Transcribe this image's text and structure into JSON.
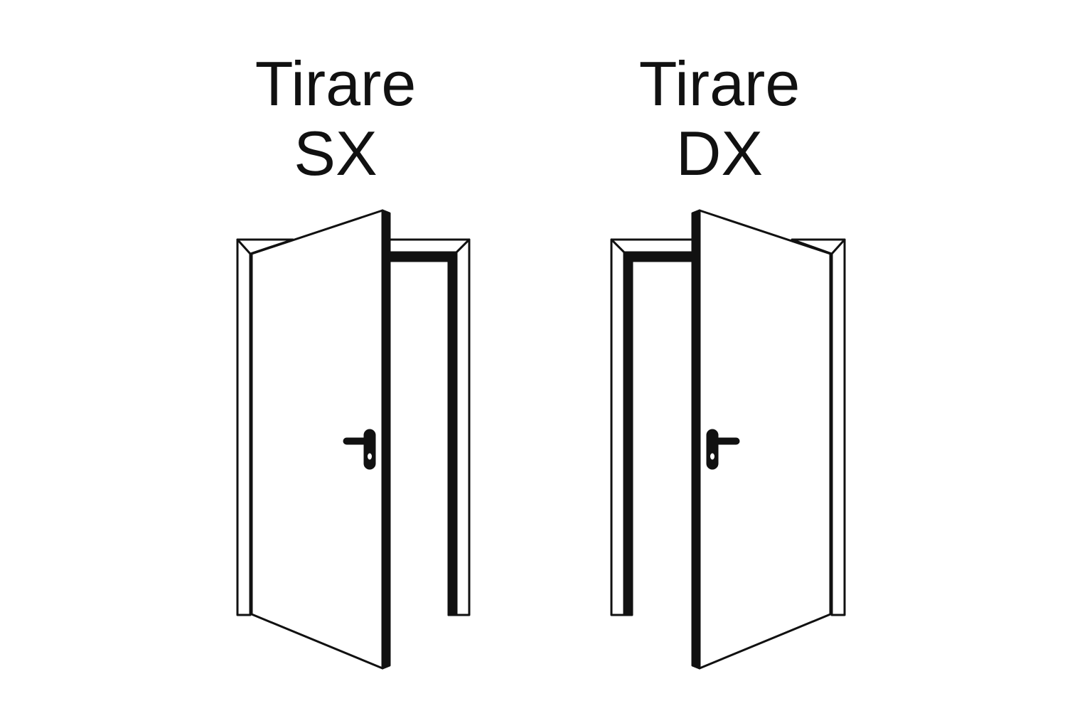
{
  "diagrams": [
    {
      "title_line1": "Tirare",
      "title_line2": "SX",
      "door_icon": "door-open-left-hinge-icon",
      "handle_icon": "door-handle-icon"
    },
    {
      "title_line1": "Tirare",
      "title_line2": "DX",
      "door_icon": "door-open-right-hinge-icon",
      "handle_icon": "door-handle-icon"
    }
  ],
  "colors": {
    "stroke": "#111111",
    "fill": "#ffffff"
  }
}
